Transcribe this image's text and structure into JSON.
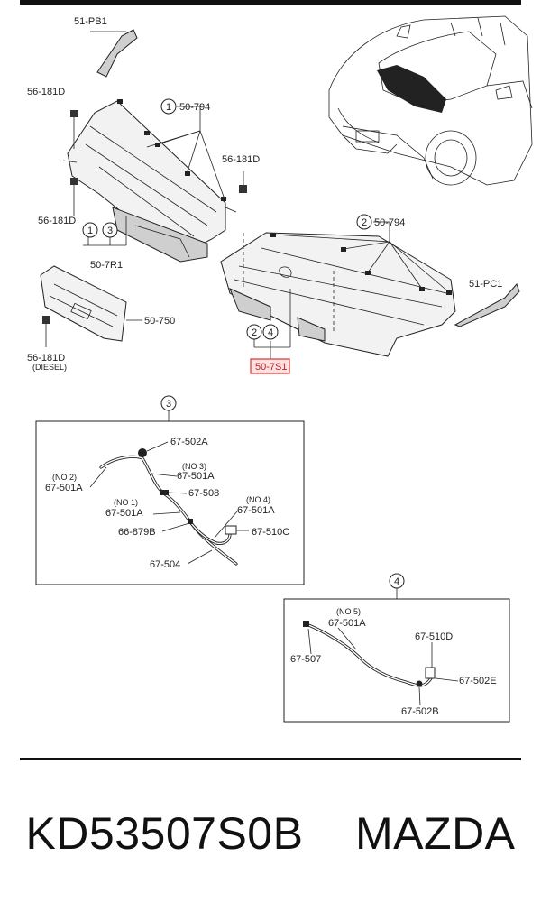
{
  "diagram": {
    "main_labels": {
      "pb1": "51-PB1",
      "bolt_top_left": "56-181D",
      "cowl_a_callout": "50-794",
      "bolt_right": "56-181D",
      "bolt_mid_left": "56-181D",
      "r1": "50-7R1",
      "l750": "50-750",
      "bolt_bottom": "56-181D",
      "diesel": "(DIESEL)",
      "cowl_b_callout": "50-794",
      "pc1": "51-PC1",
      "s1_highlight": "50-7S1"
    },
    "circles": {
      "c1_top": "1",
      "c1_left": "1",
      "c3_left": "3",
      "c2_right": "2",
      "c2_bottom": "2",
      "c4_bottom": "4",
      "inset3": "3",
      "inset4": "4"
    },
    "inset3_labels": {
      "a": "67-502A",
      "no3": "(NO 3)",
      "b": "67-501A",
      "no2": "(NO 2)",
      "c": "67-501A",
      "d": "67-508",
      "no1": "(NO 1)",
      "e": "67-501A",
      "no4": "(NO.4)",
      "f": "67-501A",
      "g": "66-879B",
      "h": "67-510C",
      "i": "67-504"
    },
    "inset4_labels": {
      "no5": "(NO 5)",
      "a": "67-501A",
      "b": "67-507",
      "c": "67-510D",
      "d": "67-502E",
      "e": "67-502B"
    }
  },
  "footer": {
    "text": "KD53507S0B    MAZDA"
  },
  "colors": {
    "highlight": "#e03030",
    "line": "#222222"
  }
}
